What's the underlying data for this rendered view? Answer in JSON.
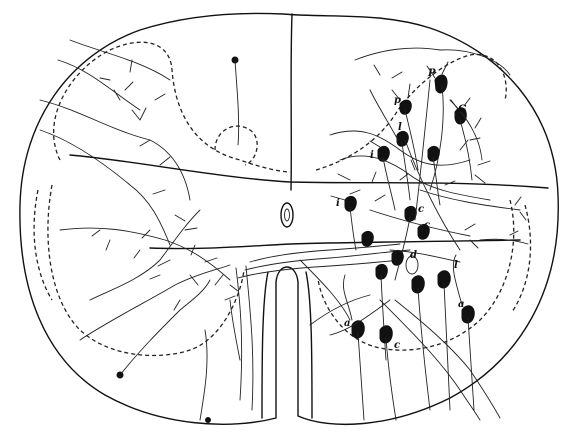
{
  "labels": {
    "cell_P": "P",
    "cell_G": "G",
    "cell_p": "p",
    "cell_l_upper": "l",
    "cell_i_upper": "i",
    "cell_i_mid": "i",
    "cell_c_upper": "c",
    "cell_c_mid": "c",
    "cell_d": "d",
    "cell_l_lower": "l",
    "cell_a_right": "a",
    "cell_a_left": "a",
    "cell_c_lower": "c"
  }
}
